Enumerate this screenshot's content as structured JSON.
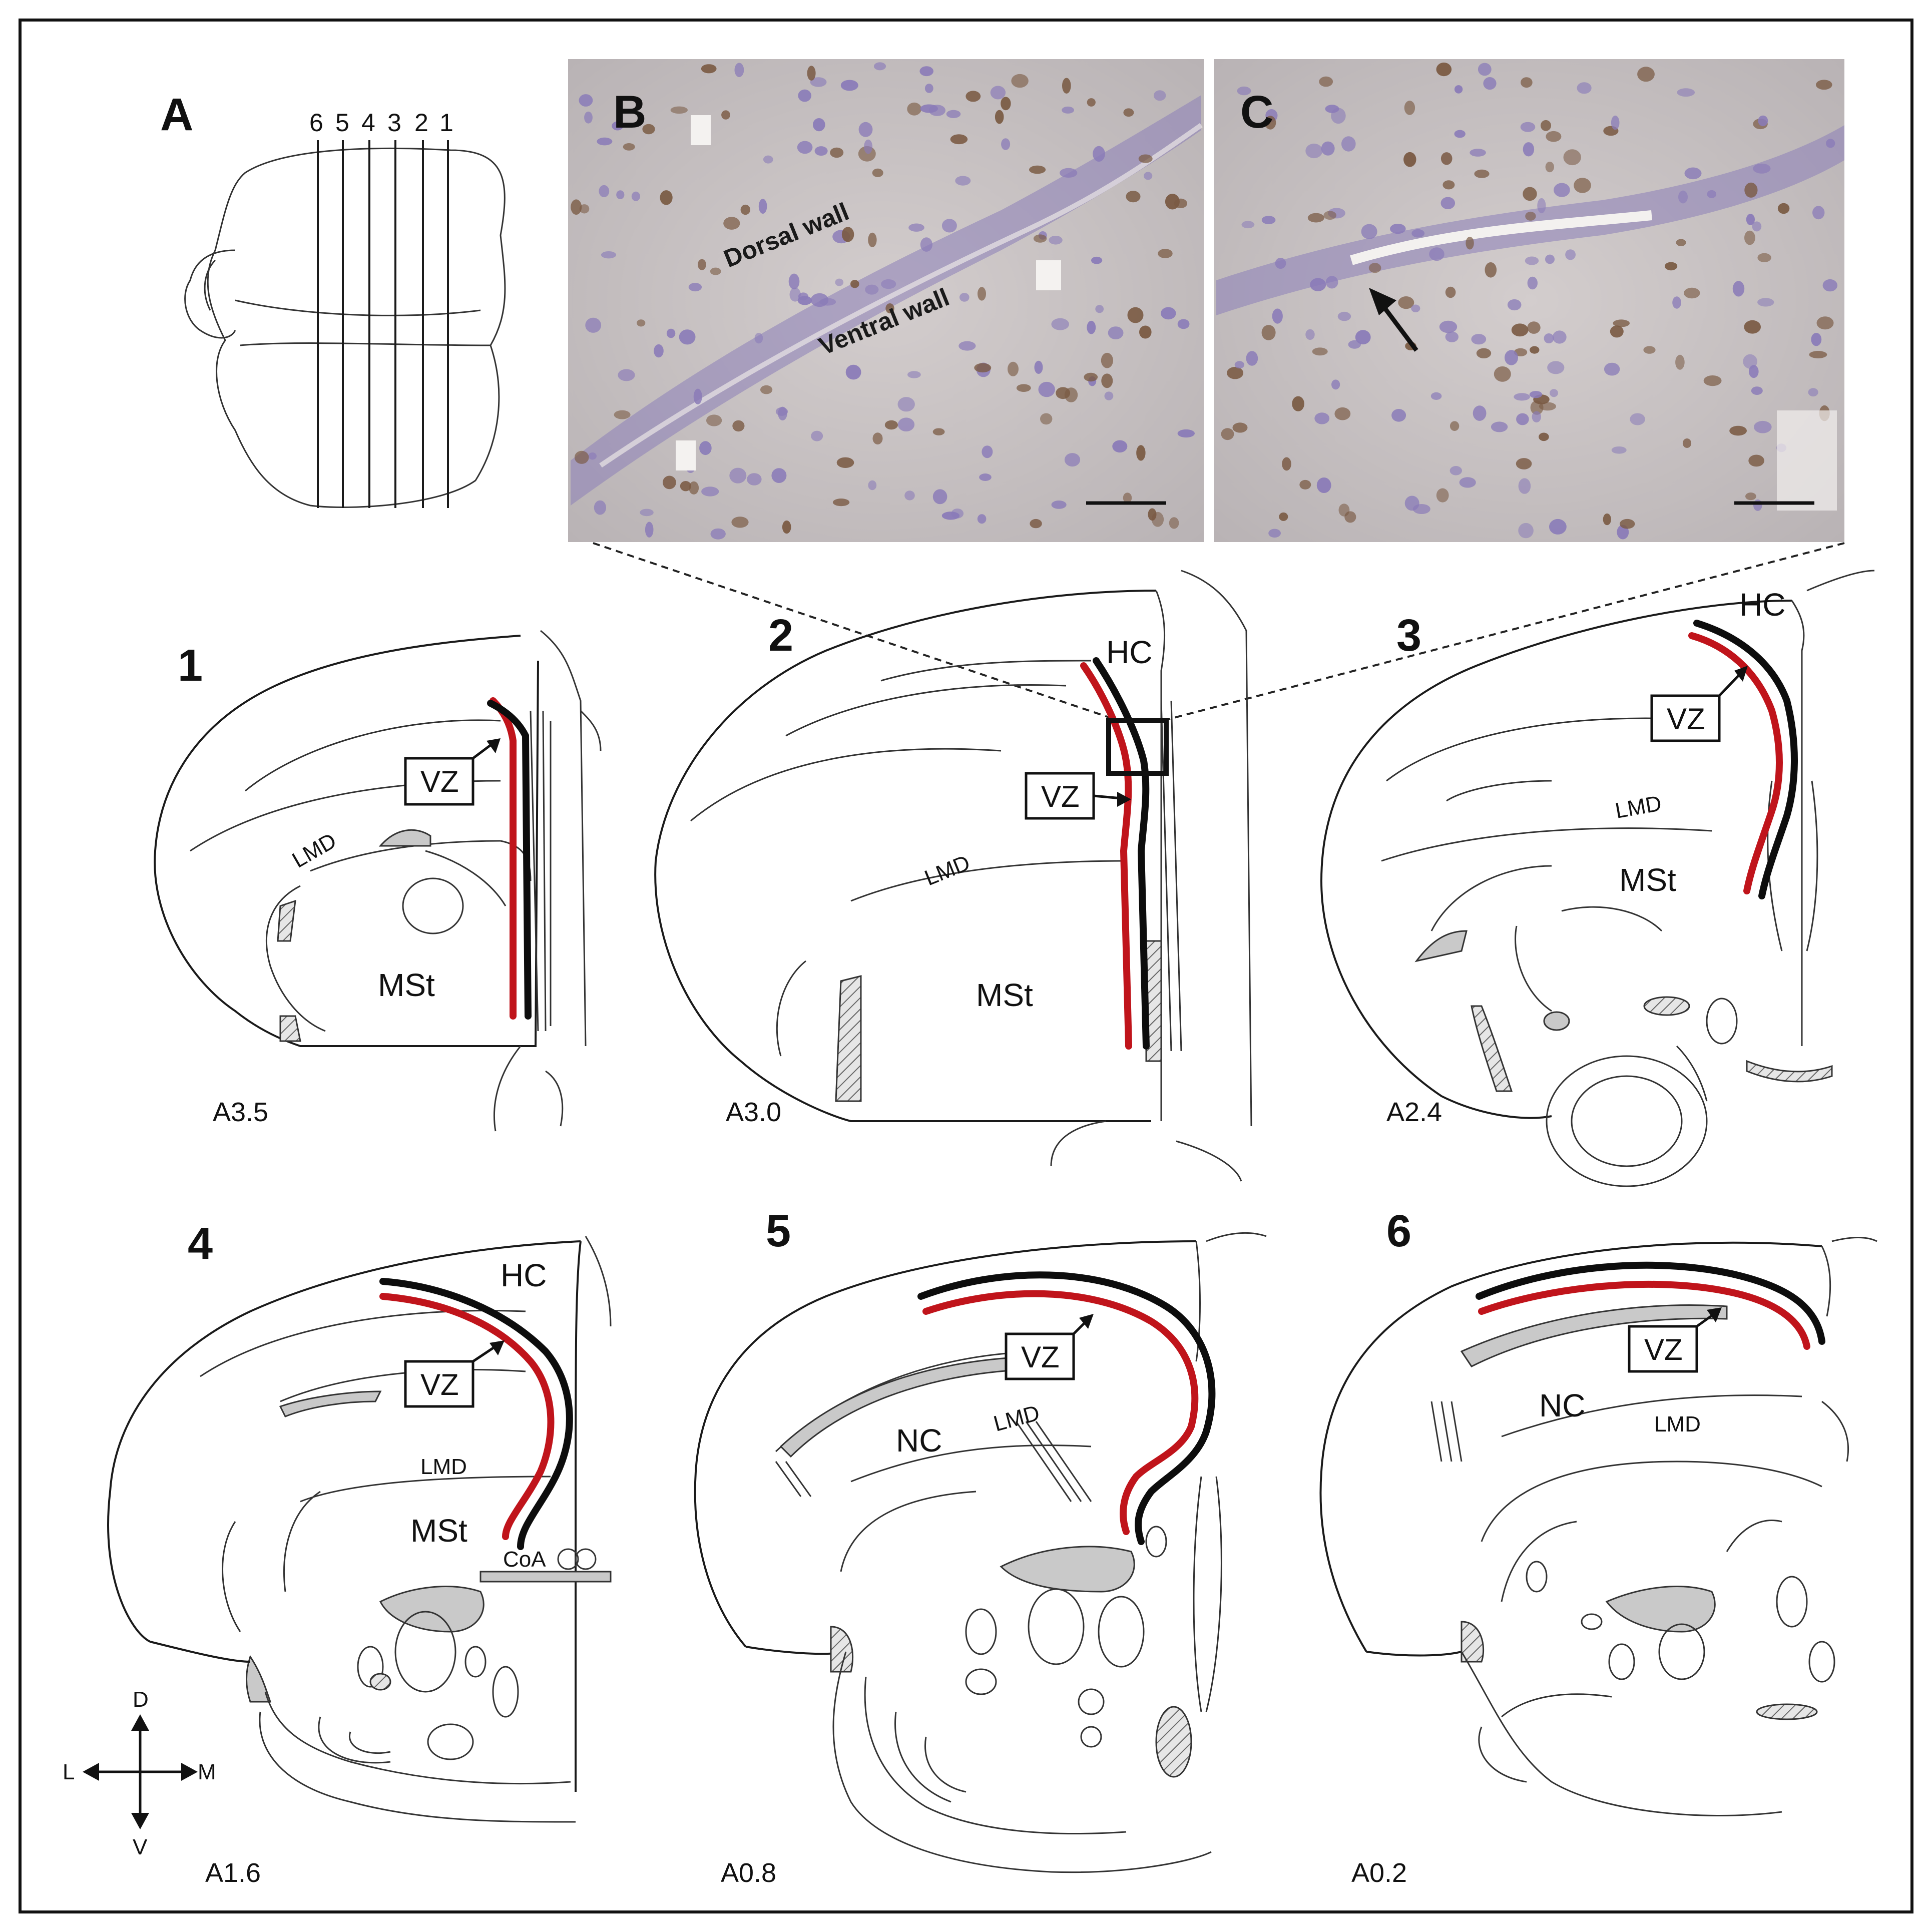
{
  "figure": {
    "panel_a": {
      "letter": "A",
      "line_numbers": [
        "6",
        "5",
        "4",
        "3",
        "2",
        "1"
      ]
    },
    "panel_b": {
      "letter": "B",
      "dorsal_label": "Dorsal wall",
      "ventral_label": "Ventral wall"
    },
    "panel_c": {
      "letter": "C"
    },
    "sections": [
      {
        "number": "1",
        "coordinate": "A3.5",
        "vz": "VZ",
        "labels": {
          "lmd": "LMD",
          "mst": "MSt"
        }
      },
      {
        "number": "2",
        "coordinate": "A3.0",
        "vz": "VZ",
        "labels": {
          "hc": "HC",
          "lmd": "LMD",
          "mst": "MSt"
        }
      },
      {
        "number": "3",
        "coordinate": "A2.4",
        "vz": "VZ",
        "labels": {
          "hc": "HC",
          "lmd": "LMD",
          "mst": "MSt"
        }
      },
      {
        "number": "4",
        "coordinate": "A1.6",
        "vz": "VZ",
        "labels": {
          "hc": "HC",
          "lmd": "LMD",
          "mst": "MSt",
          "coa": "CoA"
        }
      },
      {
        "number": "5",
        "coordinate": "A0.8",
        "vz": "VZ",
        "labels": {
          "nc": "NC",
          "lmd": "LMD"
        }
      },
      {
        "number": "6",
        "coordinate": "A0.2",
        "vz": "VZ",
        "labels": {
          "nc": "NC",
          "lmd": "LMD"
        }
      }
    ],
    "orientation": {
      "dorsal": "D",
      "ventral": "V",
      "lateral": "L",
      "medial": "M"
    },
    "colors": {
      "red_line": "#c0141b",
      "black_line": "#0d0d0d",
      "tissue_bg": "#c9c3c4",
      "nuclei_blue": "#8a7bb8",
      "nuclei_brown": "#7a5a43"
    }
  }
}
